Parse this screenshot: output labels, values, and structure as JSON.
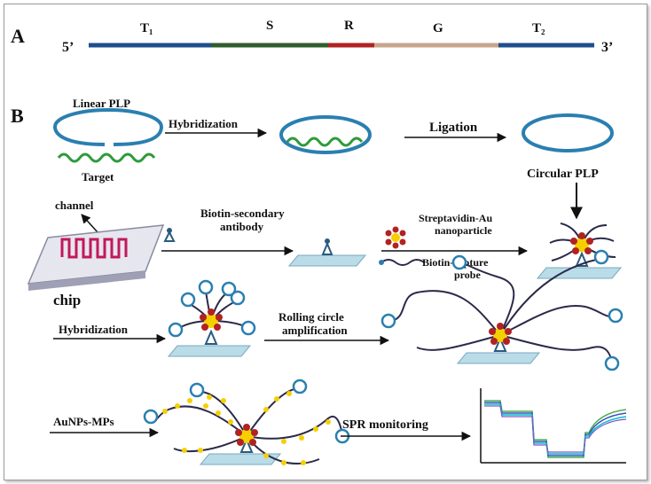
{
  "panel_a": {
    "label": "A",
    "five_prime": "5’",
    "three_prime": "3’",
    "segments": [
      {
        "label": "T₁",
        "color": "#1f4e8c"
      },
      {
        "label": "S",
        "color": "#2e5d2c"
      },
      {
        "label": "R",
        "color": "#b22222"
      },
      {
        "label": "G",
        "color": "#c8a58a"
      },
      {
        "label": "T₂",
        "color": "#1f4e8c"
      }
    ]
  },
  "panel_b": {
    "label": "B",
    "row1": {
      "linear_plp": "Linear PLP",
      "target": "Target",
      "hybridization": "Hybridization",
      "ligation": "Ligation",
      "circular_plp": "Circular PLP"
    },
    "row2": {
      "channel": "channel",
      "chip": "chip",
      "biotin_secondary_line1": "Biotin-secondary",
      "biotin_secondary_line2": "antibody",
      "streptavidin_line1": "Streptavidin-Au",
      "streptavidin_line2": "nanoparticle",
      "biotin_capture_line1": "Biotin-capture",
      "biotin_capture_line2": "probe"
    },
    "row3": {
      "hybridization": "Hybridization",
      "rca_line1": "Rolling circle",
      "rca_line2": "amplification"
    },
    "row4": {
      "aunps": "AuNPs-MPs",
      "spr": "SPR monitoring"
    }
  },
  "colors": {
    "plp_blue": "#2a7fb0",
    "target_green": "#2e9a3a",
    "chip_red": "#c2185b",
    "au_gold": "#f5d000",
    "strep_red": "#b22222",
    "strand_dark": "#2a2a4a",
    "surface": "#b9dce8"
  }
}
